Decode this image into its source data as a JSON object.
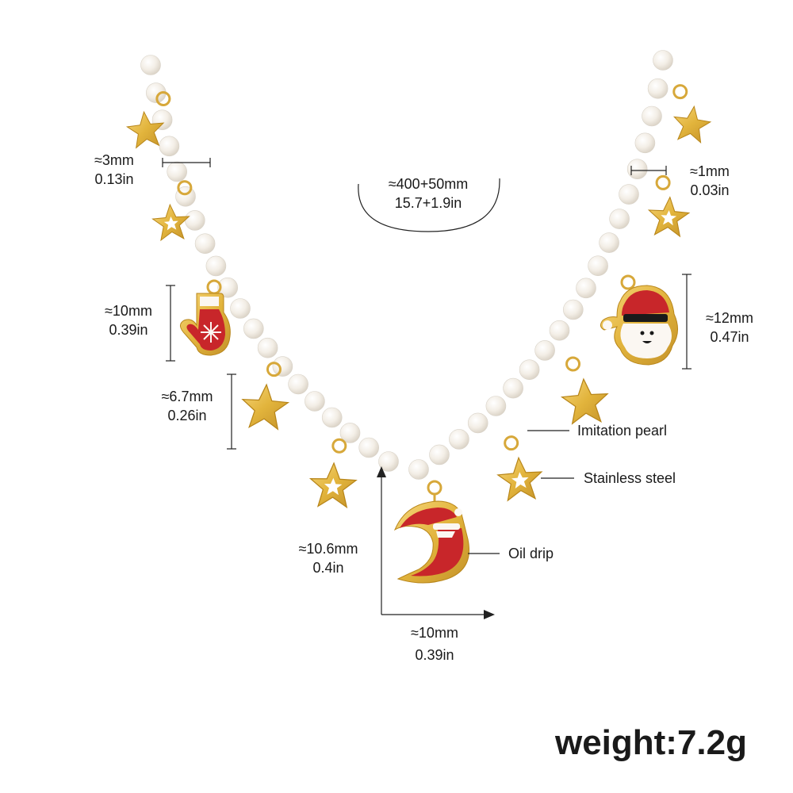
{
  "labels": {
    "bead_size_mm": "≈3mm",
    "bead_size_in": "0.13in",
    "length_mm": "≈400+50mm",
    "length_in": "15.7+1.9in",
    "chain_mm": "≈1mm",
    "chain_in": "0.03in",
    "mitten_mm": "≈10mm",
    "mitten_in": "0.39in",
    "santa_mm": "≈12mm",
    "santa_in": "0.47in",
    "star_mm": "≈6.7mm",
    "star_in": "0.26in",
    "moon_height_mm": "≈10.6mm",
    "moon_height_in": "0.4in",
    "moon_width_mm": "≈10mm",
    "moon_width_in": "0.39in"
  },
  "callouts": {
    "pearl": "Imitation pearl",
    "steel": "Stainless steel",
    "oil": "Oil drip"
  },
  "weight": "weight:7.2g",
  "colors": {
    "gold": "#e2b43c",
    "enamel_red": "#c8262a",
    "pearl": "#f4efe7"
  },
  "icons": [
    "star-charm-icon",
    "hollow-star-charm-icon",
    "mitten-charm-icon",
    "santa-charm-icon",
    "moon-santa-charm-icon"
  ]
}
